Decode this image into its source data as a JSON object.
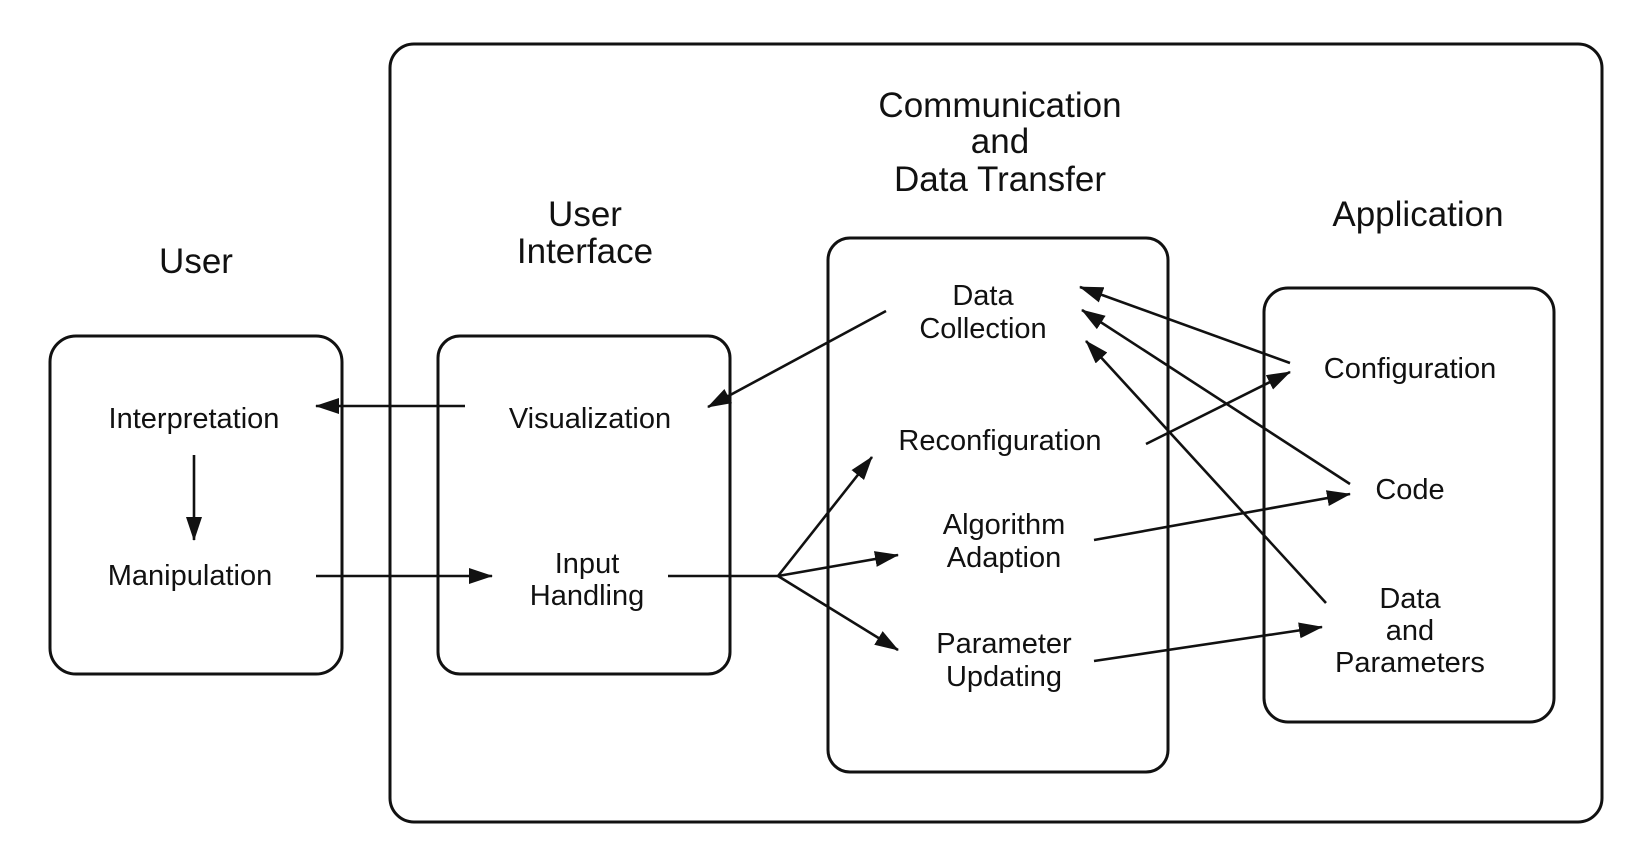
{
  "headings": {
    "user": "User",
    "ui_line1": "User",
    "ui_line2": "Interface",
    "comm_line1": "Communication",
    "comm_line2": "and",
    "comm_line3": "Data Transfer",
    "application": "Application"
  },
  "nodes": {
    "interpretation": "Interpretation",
    "manipulation": "Manipulation",
    "visualization": "Visualization",
    "input_line1": "Input",
    "input_line2": "Handling",
    "datacoll_line1": "Data",
    "datacoll_line2": "Collection",
    "reconfiguration": "Reconfiguration",
    "algo_line1": "Algorithm",
    "algo_line2": "Adaption",
    "param_line1": "Parameter",
    "param_line2": "Updating",
    "configuration": "Configuration",
    "code": "Code",
    "dp_line1": "Data",
    "dp_line2": "and",
    "dp_line3": "Parameters"
  },
  "colors": {
    "stroke": "#111111",
    "background": "#ffffff"
  }
}
